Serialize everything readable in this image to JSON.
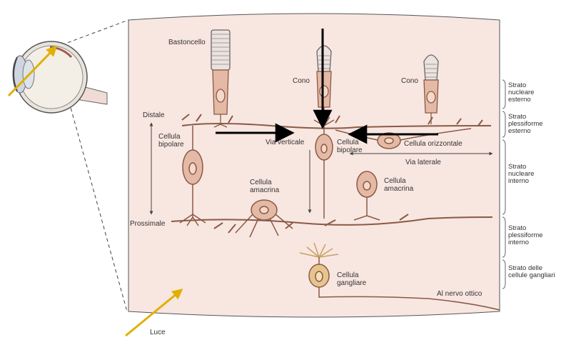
{
  "colors": {
    "panel_fill": "#f8e6e1",
    "cell_fill": "#e4b9a5",
    "cell_stroke": "#8a5a44",
    "ganglion_fill": "#e6c48e",
    "arrow_black": "#000000",
    "light_arrow": "#f1c40f"
  },
  "labels": {
    "bastoncello": "Bastoncello",
    "cono_1": "Cono",
    "cono_2": "Cono",
    "distale": "Distale",
    "prossimale": "Prossimale",
    "cellula_bipolare_left": [
      "Cellula",
      "bipolare"
    ],
    "via_verticale": "Via verticale",
    "cellula_bipolare_center": [
      "Cellula",
      "bipolare"
    ],
    "cellula_orizzontale": "Cellula orizzontale",
    "via_laterale": "Via laterale",
    "cellula_amacrina_1": [
      "Cellula",
      "amacrina"
    ],
    "cellula_amacrina_2": [
      "Cellula",
      "amacrina"
    ],
    "cellula_gangliare": [
      "Cellula",
      "gangliare"
    ],
    "al_nervo_ottico": "Al nervo ottico",
    "luce": "Luce"
  },
  "layers": [
    [
      "Strato",
      "nucleare",
      "esterno"
    ],
    [
      "Strato",
      "plessiforme",
      "esterno"
    ],
    [
      "Strato",
      "nucleare",
      "interno"
    ],
    [
      "Strato",
      "plessiforme",
      "interno"
    ],
    [
      "Strato delle",
      "cellule gangliari"
    ]
  ]
}
